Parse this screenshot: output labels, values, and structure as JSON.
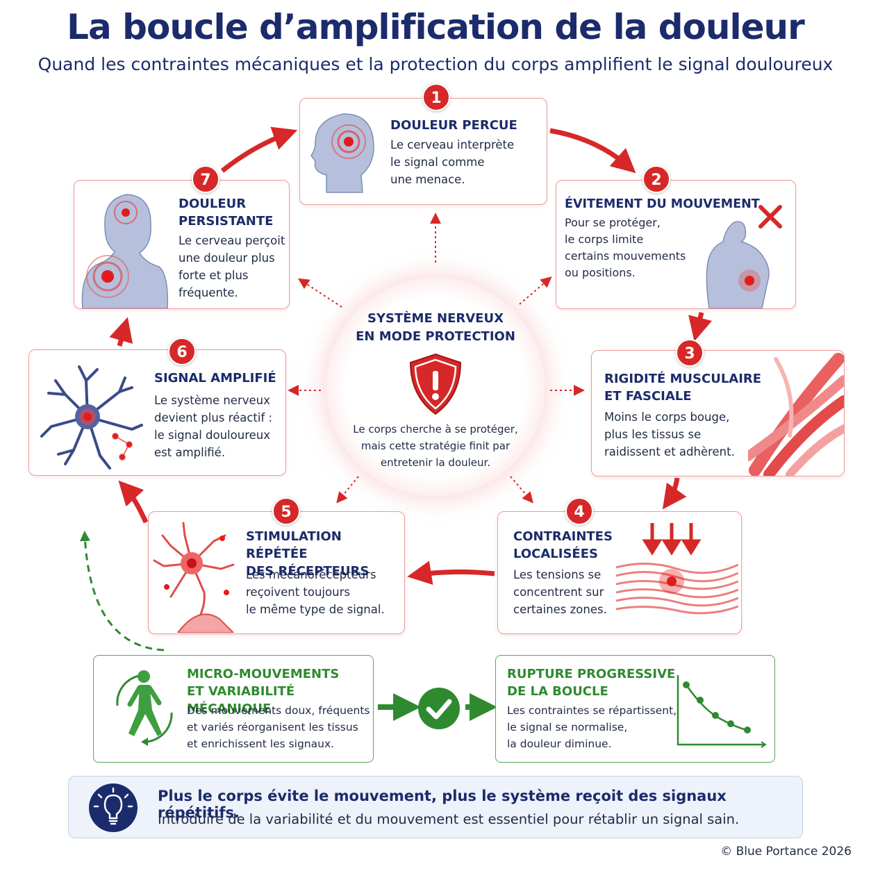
{
  "header": {
    "title": "La boucle d’amplification de la douleur",
    "subtitle": "Quand les contraintes mécaniques et la protection du corps amplifient le signal douloureux"
  },
  "steps": [
    {
      "number": "1",
      "title": "DOULEUR PERCUE",
      "text": [
        "Le cerveau interprète",
        "le signal comme",
        "une menace."
      ],
      "icon": "head-pain-icon"
    },
    {
      "number": "2",
      "title": "ÉVITEMENT DU MOUVEMENT",
      "text": [
        "Pour se protéger,",
        "le corps limite",
        "certains mouvements",
        "ou positions."
      ],
      "icon": "back-pain-icon"
    },
    {
      "number": "3",
      "title": [
        "RIGIDITÉ MUSCULAIRE",
        "ET FASCIALE"
      ],
      "text": [
        "Moins le corps bouge,",
        "plus les tissus se",
        "raidissent et adhèrent."
      ],
      "icon": "muscle-fibers-icon"
    },
    {
      "number": "4",
      "title": [
        "CONTRAINTES",
        "LOCALISÉES"
      ],
      "text": [
        "Les tensions se",
        "concentrent sur",
        "certaines zones."
      ],
      "icon": "tissue-pressure-icon"
    },
    {
      "number": "5",
      "title": [
        "STIMULATION RÉPÉTÉE",
        "DES RÉCEPTEURS"
      ],
      "text": [
        "Les mécanorécepteurs",
        "reçoivent toujours",
        "le même type de signal."
      ],
      "icon": "receptor-neuron-icon"
    },
    {
      "number": "6",
      "title": "SIGNAL AMPLIFIÉ",
      "text": [
        "Le système nerveux",
        "devient plus réactif :",
        "le signal douloureux",
        "est amplifié."
      ],
      "icon": "neuron-icon"
    },
    {
      "number": "7",
      "title": [
        "DOULEUR",
        "PERSISTANTE"
      ],
      "text": [
        "Le cerveau perçoit",
        "une douleur plus",
        "forte et plus",
        "fréquente."
      ],
      "icon": "body-pain-icon"
    }
  ],
  "center": {
    "title": [
      "SYSTÈME NERVEUX",
      "EN MODE PROTECTION"
    ],
    "text": [
      "Le corps cherche à se protéger,",
      "mais cette stratégie finit par",
      "entretenir la douleur."
    ],
    "icon": "warning-shield-icon"
  },
  "solution": {
    "left": {
      "title": [
        "MICRO-MOUVEMENTS",
        "ET VARIABILITÉ MÉCANIQUE"
      ],
      "text": [
        "Des mouvements doux, fréquents",
        "et variés réorganisent les tissus",
        "et enrichissent les signaux."
      ],
      "icon": "walking-person-icon"
    },
    "right": {
      "title": [
        "RUPTURE PROGRESSIVE",
        "DE LA BOUCLE"
      ],
      "text": [
        "Les contraintes se répartissent,",
        "le signal se normalise,",
        "la douleur diminue."
      ],
      "icon": "decreasing-curve-icon"
    },
    "check_icon": "check-circle-icon"
  },
  "footer": {
    "line1": "Plus le corps évite le mouvement, plus le système reçoit des signaux répétitifs.",
    "line2": "Introduire de la variabilité et du mouvement est essentiel pour rétablir un signal sain.",
    "icon": "lightbulb-icon"
  },
  "copyright": "© Blue Portance 2026",
  "colors": {
    "accent_red": "#d62828",
    "navy": "#1b2b6b",
    "green": "#2f8a2f"
  }
}
